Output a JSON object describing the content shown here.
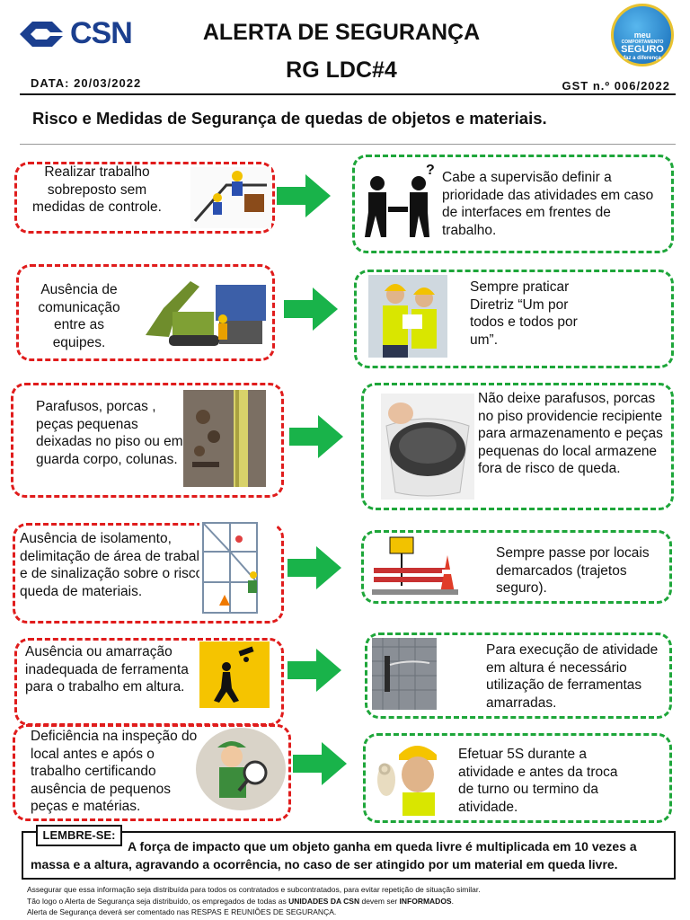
{
  "header": {
    "logo_text": "CSN",
    "title": "ALERTA DE SEGURANÇA",
    "subtitle": "RG LDC#4",
    "date": "DATA: 20/03/2022",
    "gst": "GST n.º 006/2022",
    "badge": {
      "line1": "meu",
      "line2": "COMPORTAMENTO",
      "line3": "SEGURO",
      "line4": "faz a diferença"
    }
  },
  "topic": "Risco e Medidas de Segurança de quedas de objetos e materiais.",
  "rows": [
    {
      "risk": "Realizar trabalho sobreposto sem medidas de controle.",
      "measure": "Cabe a supervisão definir a prioridade das atividades em caso de interfaces em frentes de trabalho."
    },
    {
      "risk": "Ausência de comunicação entre as equipes.",
      "measure": "Sempre praticar Diretriz “Um por todos e todos por um”."
    },
    {
      "risk": "Parafusos, porcas , peças pequenas deixadas no  piso ou em guarda corpo, colunas.",
      "measure": "Não deixe parafusos, porcas no piso providencie recipiente para armazenamento e peças pequenas do local armazene fora de risco de queda."
    },
    {
      "risk": "Ausência de isolamento, delimitação de área de trabalho e de sinalização sobre o risco de queda de materiais.",
      "measure": "Sempre passe por locais demarcados (trajetos seguro)."
    },
    {
      "risk": "Ausência ou amarração inadequada de ferramenta para o trabalho em altura.",
      "measure": "Para execução de atividade em altura é necessário utilização de ferramentas amarradas."
    },
    {
      "risk": "Deficiência na inspeção do local antes e após o trabalho certificando ausência de pequenos peças e matérias.",
      "measure": "Efetuar 5S durante a atividade e antes da troca de turno ou termino da atividade."
    }
  ],
  "remember": {
    "tag": "LEMBRE-SE:",
    "text": "A força de impacto que um objeto ganha em queda livre é multiplicada em 10 vezes a massa e a altura, agravando a ocorrência, no caso de ser atingido por um material em queda livre."
  },
  "footer": {
    "line1": "Assegurar que essa informação seja distribuída para todos os contratados e subcontratados, para evitar repetição de situação similar.",
    "line2_a": "Tão logo o Alerta de Segurança seja distribuído, os empregados de todas as ",
    "line2_b": "UNIDADES DA CSN",
    "line2_c": " devem ser ",
    "line2_d": "INFORMADOS",
    "line2_e": ".",
    "line3": "Alerta de Segurança deverá ser comentado nas RESPAS E REUNIÕES DE SEGURANÇA."
  },
  "colors": {
    "risk_border": "#e01c1c",
    "measure_border": "#1ea63a",
    "arrow": "#19b34a",
    "brand": "#1b3f8f"
  }
}
